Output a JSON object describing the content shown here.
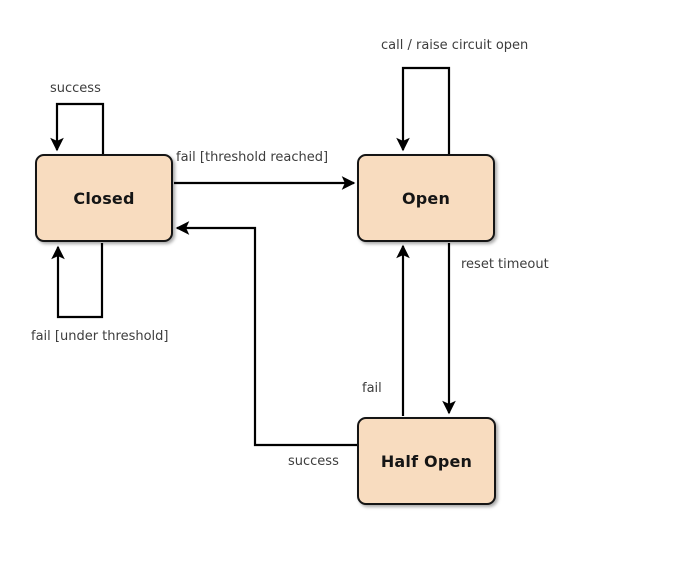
{
  "diagram": {
    "type": "state-diagram",
    "states": [
      {
        "id": "closed",
        "label": "Closed"
      },
      {
        "id": "open",
        "label": "Open"
      },
      {
        "id": "half-open",
        "label": "Half Open"
      }
    ],
    "transitions": [
      {
        "from": "closed",
        "to": "closed",
        "label": "success"
      },
      {
        "from": "closed",
        "to": "closed",
        "label": "fail [under threshold]"
      },
      {
        "from": "closed",
        "to": "open",
        "label": "fail [threshold reached]"
      },
      {
        "from": "open",
        "to": "open",
        "label": "call / raise circuit open"
      },
      {
        "from": "open",
        "to": "half-open",
        "label": "reset timeout"
      },
      {
        "from": "half-open",
        "to": "open",
        "label": "fail"
      },
      {
        "from": "half-open",
        "to": "closed",
        "label": "success"
      }
    ],
    "colors": {
      "state_fill": "#F8DCBF",
      "state_border": "#151515",
      "edge_line": "#000000",
      "edge_label_text": "#3D3D3D",
      "state_label_text": "#151515",
      "background": "#FFFFFF"
    }
  }
}
